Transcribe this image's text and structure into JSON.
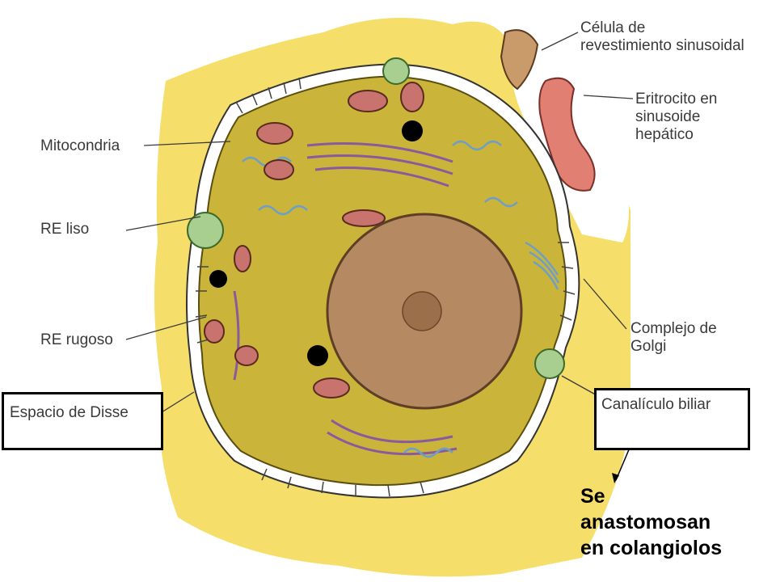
{
  "labels": {
    "mitocondria": "Mitocondria",
    "re_liso": "RE liso",
    "re_rugoso": "RE rugoso",
    "espacio_disse": "Espacio de Disse",
    "celula_line1": "Célula de",
    "celula_line2": "revestimiento sinusoidal",
    "eritrocito_line1": "Eritrocito en",
    "eritrocito_line2": "sinusoide",
    "eritrocito_line3": "hepático",
    "golgi_line1": "Complejo de",
    "golgi_line2": "Golgi",
    "canaliculo": "Canalículo biliar"
  },
  "note": {
    "line1": "Se",
    "line2": "anastomosan",
    "line3": "en colangiolos"
  },
  "colors": {
    "extracellular": "#f5df6a",
    "cytoplasm": "#cbb43a",
    "nucleus": "#b58a63",
    "mitochondria": "#c8736e",
    "rough_er": "#8a5a9e",
    "smooth_er": "#6f9fc4",
    "peroxisome": "#a8cf8f",
    "erythrocyte": "#e07f72",
    "lining_cell": "#c99a6a",
    "lipid_droplet": "#000000"
  }
}
